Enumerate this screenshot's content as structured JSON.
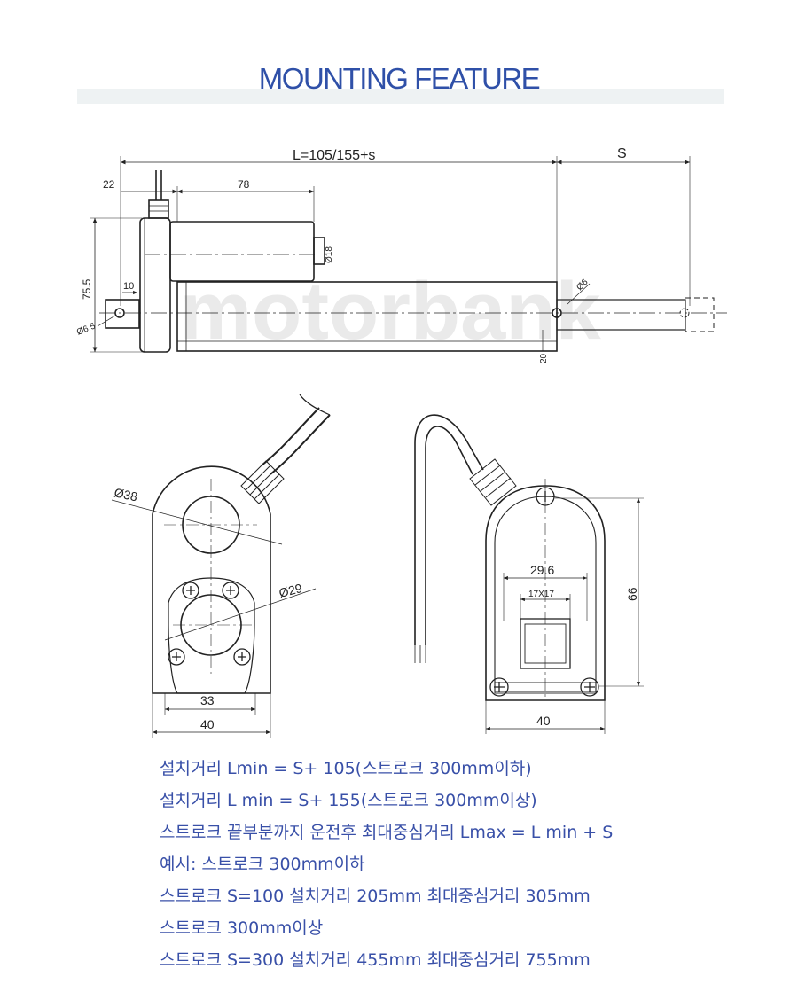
{
  "header": {
    "title": "MOUNTING FEATURE"
  },
  "watermark": "motorbank",
  "side_view": {
    "total_length": "L=105/155+s",
    "stroke": "S",
    "dim_22": "22",
    "dim_78": "78",
    "dim_75_5": "75.5",
    "dim_10": "10",
    "dim_hole": "Ø6.5",
    "dim_motor": "Ø18",
    "dim_rod_hole": "Ø6",
    "dim_20": "20"
  },
  "front_view": {
    "dim_outer": "Ø38",
    "dim_inner": "Ø29",
    "dim_33": "33",
    "dim_40": "40"
  },
  "back_view": {
    "dim_29_6": "29.6",
    "dim_17x17": "17X17",
    "dim_66": "66",
    "dim_40": "40"
  },
  "notes": [
    "설치거리 Lmin = S+ 105(스트로크 300mm이하)",
    "설치거리  L min = S+ 155(스트로크 300mm이상)",
    "스트로크 끝부분까지 운전후 최대중심거리 Lmax =  L min + S",
    "예시: 스트로크 300mm이하",
    "스트로크 S=100 설치거리 205mm 최대중심거리 305mm",
    "스트로크 300mm이상",
    "스트로크 S=300 설치거리 455mm 최대중심거리 755mm"
  ]
}
